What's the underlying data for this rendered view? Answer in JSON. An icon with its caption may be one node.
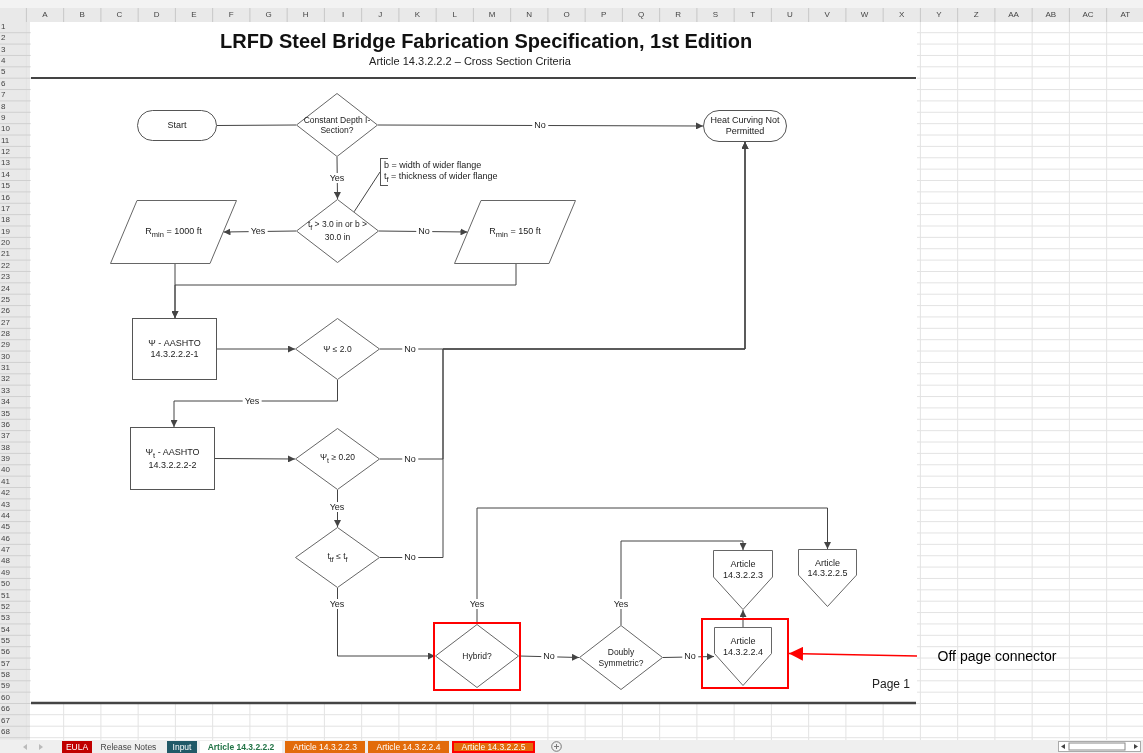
{
  "diagram": {
    "title": "LRFD Steel Bridge Fabrication Specification, 1st Edition",
    "nodes": [
      {
        "text": [
          "Start"
        ]
      },
      {
        "text": [
          "Constant Depth I-Section?"
        ]
      },
      {
        "text": [
          "Heat Curving Not Permitted"
        ]
      },
      {
        "text": [
          "b = width of wider flange",
          "t$_{f}$ = thickness of wider flange"
        ]
      },
      {
        "text": [
          "R$_{min}$ = 1000 ft"
        ]
      },
      {
        "text": [
          "t$_{f}$ > 3.0 in or b > 30.0 in"
        ]
      },
      {
        "text": [
          "R$_{min}$ = 150 ft"
        ]
      },
      {
        "text": [
          "Ψ - AASHTO 14.3.2.2.2-1"
        ]
      },
      {
        "text": [
          "Ψ ≤ 2.0"
        ]
      },
      {
        "text": [
          "Ψ$_{t}$ - AASHTO 14.3.2.2.2-2"
        ]
      },
      {
        "text": [
          "Ψ$_{t}$ ≥ 0.20"
        ]
      },
      {
        "text": [
          "t$_{tf}$ ≤ t$_{f}$"
        ]
      },
      {
        "text": [
          "Article 14.3.2.2.3"
        ]
      },
      {
        "text": [
          "Article 14.3.2.2.5"
        ]
      },
      {
        "text": [],
        "shape": "box"
      },
      {
        "text": [
          "Hybrid?"
        ],
        "in": 14
      },
      {
        "text": [
          "Doubly Symmetric?"
        ]
      },
      {
        "text": [],
        "shape": "box"
      },
      {
        "text": [
          "Article 14.3.2.2.4"
        ],
        "in": 17
      },
      {
        "text": [
          "Off page connector"
        ]
      }
    ],
    "edges": [
      {
        "from": 0,
        "to": 1,
        "arrow": "none"
      },
      {
        "from": 1,
        "to": 2,
        "arrow": "to",
        "label": "No"
      },
      {
        "from": 1,
        "to": 5,
        "arrow": "to",
        "label": "Yes"
      },
      {
        "from": 3,
        "to": 5,
        "arrow": "none"
      },
      {
        "from": 5,
        "to": 4,
        "arrow": "to",
        "label": "Yes"
      },
      {
        "from": 5,
        "to": 6,
        "arrow": "to",
        "label": "No"
      },
      {
        "from": 4,
        "to": 7,
        "arrow": "to"
      },
      {
        "from": 6,
        "to": 7,
        "arrow": "to"
      },
      {
        "from": 7,
        "to": 8,
        "arrow": "to"
      },
      {
        "from": 8,
        "to": 9,
        "arrow": "to",
        "label": "Yes"
      },
      {
        "from": 8,
        "to": 2,
        "arrow": "to",
        "label": "No"
      },
      {
        "from": 9,
        "to": 10,
        "arrow": "to"
      },
      {
        "from": 10,
        "to": 2,
        "arrow": "to",
        "label": "No"
      },
      {
        "from": 10,
        "to": 11,
        "arrow": "to",
        "label": "Yes"
      },
      {
        "from": 11,
        "to": 2,
        "arrow": "to",
        "label": "No"
      },
      {
        "from": 11,
        "to": 15,
        "arrow": "to",
        "label": "Yes"
      },
      {
        "from": 15,
        "to": 13,
        "arrow": "to",
        "label": "Yes"
      },
      {
        "from": 15,
        "to": 16,
        "arrow": "to",
        "label": "No"
      },
      {
        "from": 16,
        "to": 12,
        "arrow": "to",
        "label": "Yes"
      },
      {
        "from": 16,
        "to": 18,
        "arrow": "to",
        "label": "No"
      },
      {
        "from": 18,
        "to": 12,
        "arrow": "to"
      },
      {
        "from": 19,
        "to": 17,
        "arrow": "to",
        "color": "#ff0000"
      }
    ],
    "labels": [
      "Article 14.3.2.2.2 – Cross Section Criteria",
      "Page 1",
      "EULA",
      "Release Notes",
      "Input",
      "Article 14.3.2.2.2",
      "Article 14.3.2.2.3",
      "Article 14.3.2.2.4",
      "Article 14.3.2.2.5",
      "A",
      "B",
      "C",
      "D",
      "E",
      "F",
      "G",
      "H",
      "I",
      "J",
      "K",
      "L",
      "M",
      "N",
      "O",
      "P",
      "Q",
      "R",
      "S",
      "T",
      "U",
      "V",
      "W",
      "X",
      "Y",
      "Z",
      "AA",
      "AB",
      "AC",
      "AT",
      "1",
      "2",
      "3",
      "4",
      "5",
      "6",
      "7",
      "8",
      "9",
      "10",
      "11",
      "12",
      "13",
      "14",
      "15",
      "16",
      "17",
      "18",
      "19",
      "20",
      "21",
      "22",
      "23",
      "24",
      "25",
      "26",
      "27",
      "28",
      "29",
      "30",
      "31",
      "32",
      "33",
      "34",
      "35",
      "36",
      "37",
      "38",
      "39",
      "40",
      "41",
      "42",
      "43",
      "44",
      "45",
      "46",
      "47",
      "48",
      "49",
      "50",
      "51",
      "52",
      "53",
      "54",
      "55",
      "56",
      "57",
      "58",
      "59",
      "60",
      "66",
      "67",
      "68"
    ]
  }
}
